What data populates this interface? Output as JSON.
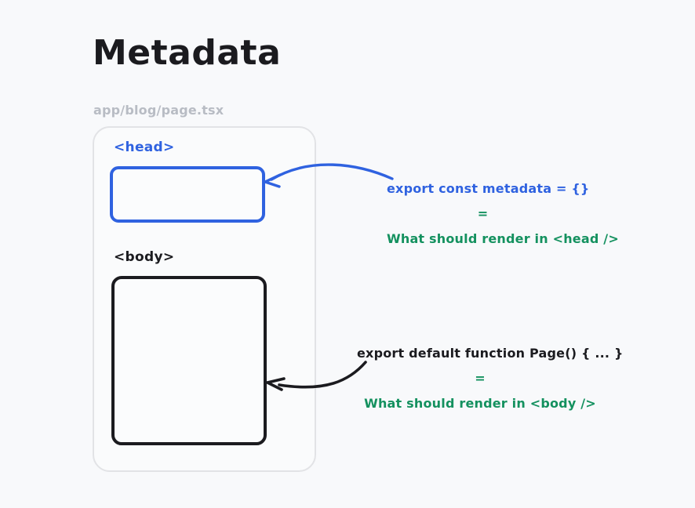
{
  "page": {
    "title": "Metadata",
    "background_color": "#f8f9fb"
  },
  "file_card": {
    "path_label": "app/blog/page.tsx",
    "border_color": "#e2e3e6",
    "sections": [
      {
        "name": "head",
        "tag_label": "<head>",
        "color": "#2f62e0",
        "box_border_color": "#2f62e0"
      },
      {
        "name": "body",
        "tag_label": "<body>",
        "color": "#1b1b1f",
        "box_border_color": "#1b1b1f"
      }
    ]
  },
  "annotations": [
    {
      "target": "head",
      "code": "export const metadata = {}",
      "equals": "=",
      "meaning": "What should render in <head />",
      "code_color": "#2f62e0",
      "meaning_color": "#14915f",
      "arrow_color": "#2f62e0"
    },
    {
      "target": "body",
      "code": "export default function Page() { ... }",
      "equals": "=",
      "meaning": "What should render in <body />",
      "code_color": "#1b1b1f",
      "meaning_color": "#14915f",
      "arrow_color": "#1b1b1f"
    }
  ]
}
